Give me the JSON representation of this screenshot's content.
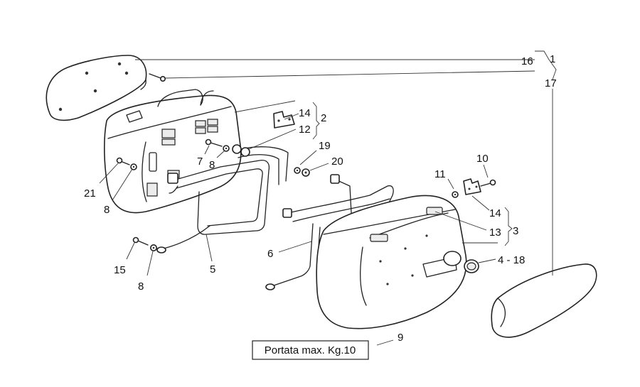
{
  "callouts": {
    "c1": "1",
    "c2": "2",
    "c3": "3",
    "c4_18": "4 - 18",
    "c5": "5",
    "c6": "6",
    "c7": "7",
    "c8a": "8",
    "c8b": "8",
    "c8c": "8",
    "c9": "9",
    "c10": "10",
    "c11": "11",
    "c12": "12",
    "c13": "13",
    "c14a": "14",
    "c14b": "14",
    "c15": "15",
    "c16": "16",
    "c17": "17",
    "c19": "19",
    "c20": "20",
    "c21": "21"
  },
  "load_box": {
    "label": "Portata max. Kg.10"
  }
}
